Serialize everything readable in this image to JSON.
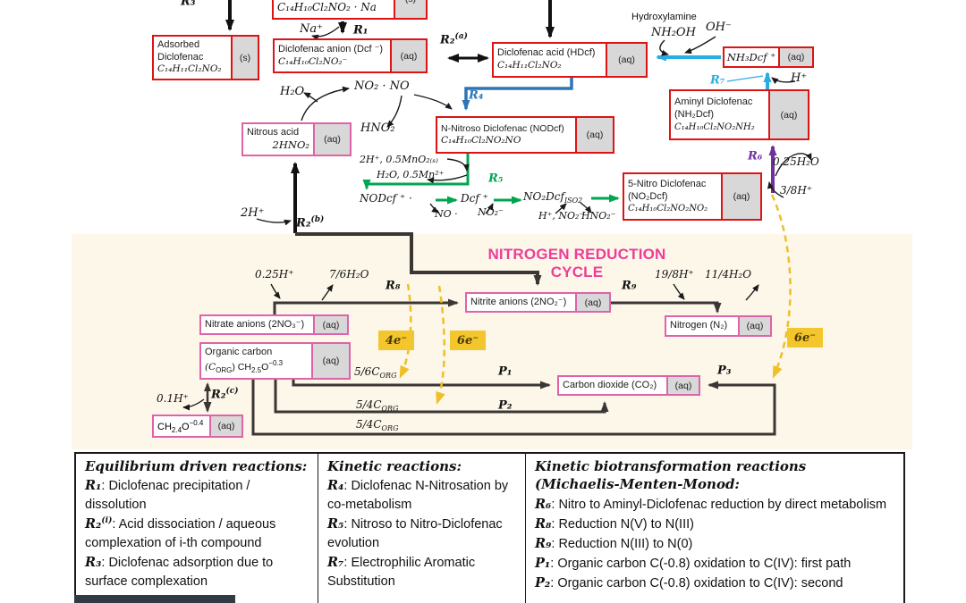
{
  "palette": {
    "box_red": "#DD1414",
    "box_pink": "#DE63A9",
    "phase_bg": "#D8D8D8",
    "beige_bg": "#FCF7E9",
    "line_dark": "#3A3633",
    "blue": "#2E75B6",
    "cyan": "#29ADE3",
    "purple": "#7030A0",
    "green": "#00A550",
    "yellow": "#EFBF25",
    "title_pink": "#EE3D97"
  },
  "top_section": {
    "boxes": {
      "adsorbed": {
        "line1": "Adsorbed",
        "line2": "Diclofenac",
        "formula": "C₁₄H₁₁Cl₂NO₂",
        "phase": "(s)"
      },
      "sodium_salt": {
        "formula": "C₁₄H₁₀Cl₂NO₂ · Na",
        "phase": "(s)"
      },
      "anion": {
        "name": "Diclofenac anion (Dcf ⁻)",
        "formula": "C₁₄H₁₀Cl₂NO₂⁻",
        "phase": "(aq)"
      },
      "acid": {
        "name": "Diclofenac acid (HDcf)",
        "formula": "C₁₄H₁₁Cl₂NO₂",
        "phase": "(aq)"
      },
      "ammonium_dcf": {
        "formula": "NH₃Dcf ⁺",
        "phase": "(aq)"
      },
      "aminyl": {
        "line1": "Aminyl Diclofenac",
        "line2": "(NH₂Dcf)",
        "formula": "C₁₄H₁₀Cl₂NO₂NH₂",
        "phase": "(aq)"
      },
      "five_nitro": {
        "line1": "5-Nitro Diclofenac",
        "line2": "(NO₂Dcf)",
        "formula": "C₁₄H₁₀Cl₂NO₂NO₂",
        "phase": "(aq)"
      },
      "nitrous_acid": {
        "name": "Nitrous acid",
        "formula": "2HNO₂",
        "phase": "(aq)"
      },
      "n_nitroso": {
        "name": "N-Nitroso Diclofenac (NODcf)",
        "formula": "C₁₄H₁₀Cl₂NO₂NO",
        "phase": "(aq)"
      }
    },
    "reaction_labels": {
      "r1": {
        "main": "R₁",
        "sup": ""
      },
      "r2a": {
        "main": "R₂",
        "sup": "(a)"
      },
      "r2b": {
        "main": "R₂",
        "sup": "(b)"
      },
      "r3": {
        "main": "R₃",
        "sup": ""
      },
      "r4": {
        "main": "R₄",
        "sup": ""
      },
      "r5": {
        "main": "R₅",
        "sup": ""
      },
      "r6": {
        "main": "R₆",
        "sup": ""
      },
      "r7": {
        "main": "R₇",
        "sup": ""
      }
    },
    "species_labels": {
      "na": "Na⁺",
      "hydroxylamine": "Hydroxylamine",
      "nh2oh": "NH₂OH",
      "oh_minus": "OH⁻",
      "h_plus": "H⁺",
      "quarter_h2o": "0.25H₂O",
      "three_eighth_h": "3/8H⁺",
      "h2o": "H₂O",
      "no2_no": "NO₂ · NO",
      "hno2": "HNO₂",
      "mn_in": "2H⁺, 0.5MnO₂₍ₛ₎",
      "mn_out": "H₂O, 0.5Mn²⁺",
      "nodcf_radical": "NODcf ⁺ ·",
      "dcf_cation": "Dcf ⁺",
      "no2dcf_iso": {
        "main": "NO₂Dcf",
        "sub": "ISO2"
      },
      "no_radical": "NO ·",
      "no2_minus": "NO₂⁻",
      "h_no2_in": "H⁺, NO₂⁻",
      "hno2_out": "HNO₂⁻",
      "two_h": "2H⁺"
    }
  },
  "cycle_section": {
    "title": "NITROGEN REDUCTION CYCLE",
    "boxes": {
      "nitrate": {
        "name": "Nitrate anions (2NO₃⁻)",
        "phase": "(aq)"
      },
      "nitrite": {
        "name": "Nitrite anions (2NO₂⁻)",
        "phase": "(aq)"
      },
      "nitrogen": {
        "name": "Nitrogen (N₂)",
        "phase": "(aq)"
      },
      "organic_carbon": {
        "name": "Organic carbon",
        "formula": {
          "p1": "(C",
          "s1": "ORG",
          "p2": ") CH",
          "s2": "2.5",
          "p3": "O",
          "e3": "−0.3"
        },
        "phase": "(aq)"
      },
      "ch24": {
        "formula": {
          "p1": "CH",
          "s1": "2.4",
          "p2": "O",
          "e2": "−0.4"
        },
        "phase": "(aq)"
      },
      "co2": {
        "name": "Carbon dioxide (CO₂)",
        "phase": "(aq)"
      }
    },
    "reaction_labels": {
      "r8": {
        "main": "R₈",
        "sup": ""
      },
      "r9": {
        "main": "R₉",
        "sup": ""
      },
      "r2c": {
        "main": "R₂",
        "sup": "(c)"
      },
      "p1": {
        "main": "P₁",
        "sup": ""
      },
      "p2": {
        "main": "P₂",
        "sup": ""
      },
      "p3": {
        "main": "P₃",
        "sup": ""
      }
    },
    "species_labels": {
      "quarter_h": "0.25H⁺",
      "h2o_76": "7/6H₂O",
      "h_198": "19/8H⁺",
      "h2o_114": "11/4H₂O",
      "tenth_h": "0.1H⁺",
      "corg_56": {
        "main": "5/6C",
        "sub": "ORG"
      },
      "corg_54a": {
        "main": "5/4C",
        "sub": "ORG"
      },
      "corg_54b": {
        "main": "5/4C",
        "sub": "ORG"
      }
    },
    "electron_badges": {
      "b4": "4e⁻",
      "b6a": "6e⁻",
      "b6b": "6e⁻"
    }
  },
  "legend": {
    "col1": {
      "header": "Equilibrium driven reactions:",
      "items": [
        {
          "label": {
            "main": "R₁",
            "sup": ""
          },
          "desc": ": Diclofenac precipitation / dissolution"
        },
        {
          "label": {
            "main": "R₂",
            "sup": "(i)"
          },
          "desc": ": Acid dissociation / aqueous complexation of i-th compound"
        },
        {
          "label": {
            "main": "R₃",
            "sup": ""
          },
          "desc": ": Diclofenac adsorption due to surface complexation"
        }
      ]
    },
    "col2": {
      "header": "Kinetic reactions:",
      "items": [
        {
          "label": {
            "main": "R₄",
            "sup": ""
          },
          "desc": ": Diclofenac N-Nitrosation by co-metabolism"
        },
        {
          "label": {
            "main": "R₅",
            "sup": ""
          },
          "desc": ": Nitroso to Nitro-Diclofenac evolution"
        },
        {
          "label": {
            "main": "R₇",
            "sup": ""
          },
          "desc": ": Electrophilic Aromatic Substitution"
        }
      ]
    },
    "col3": {
      "header": "Kinetic biotransformation reactions (Michaelis-Menten-Monod:",
      "items": [
        {
          "label": {
            "main": "R₆",
            "sup": ""
          },
          "desc": ": Nitro to Aminyl-Diclofenac reduction by direct metabolism"
        },
        {
          "label": {
            "main": "R₈",
            "sup": ""
          },
          "desc": ": Reduction N(V) to N(III)"
        },
        {
          "label": {
            "main": "R₉",
            "sup": ""
          },
          "desc": ": Reduction N(III) to N(0)"
        },
        {
          "label": {
            "main": "P₁",
            "sup": ""
          },
          "desc": ": Organic carbon C(-0.8) oxidation to C(IV): first path"
        },
        {
          "label": {
            "main": "P₂",
            "sup": ""
          },
          "desc": ": Organic carbon C(-0.8) oxidation to C(IV): second"
        }
      ]
    }
  }
}
